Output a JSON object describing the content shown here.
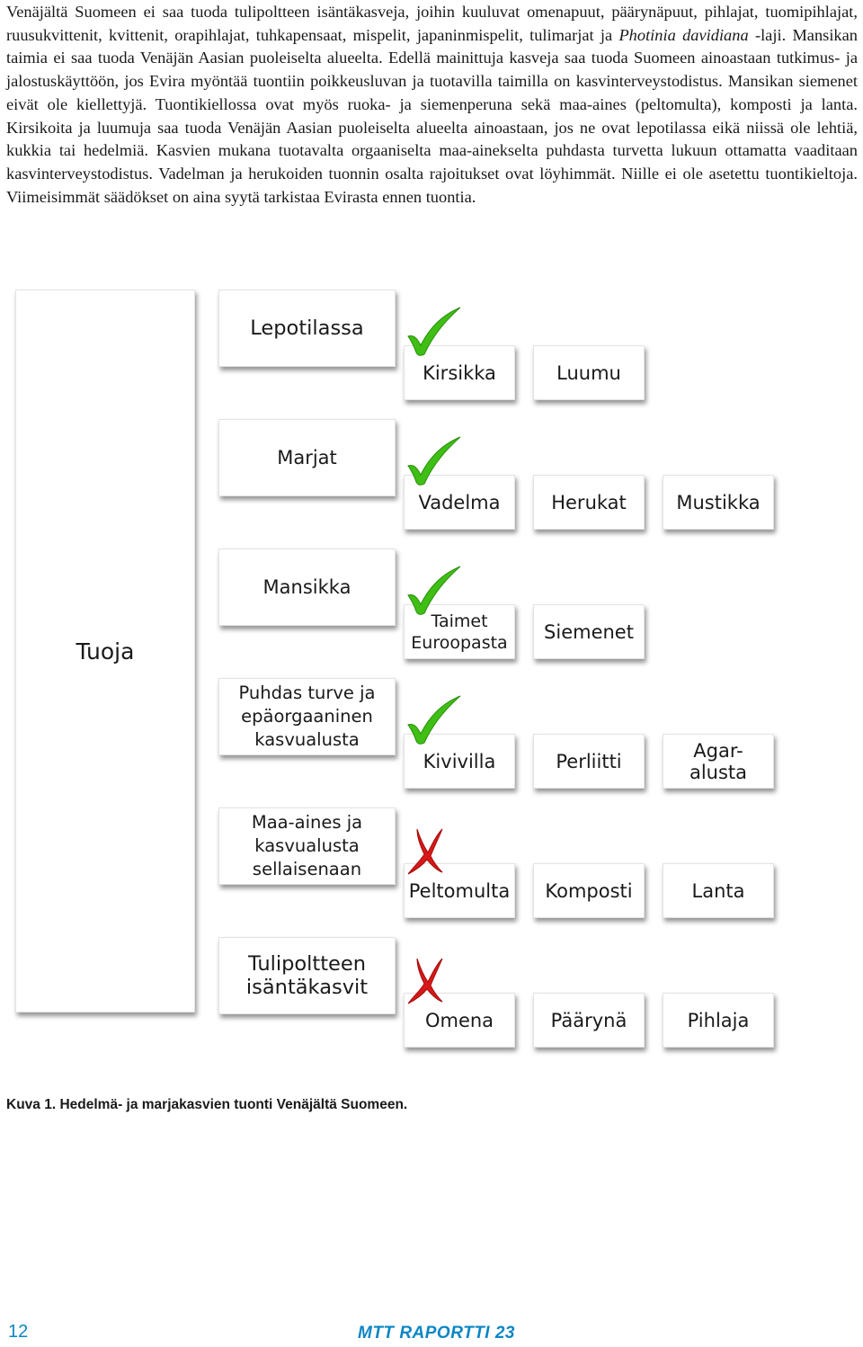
{
  "body_text": {
    "part1": "Venäjältä Suomeen ei saa tuoda tulipoltteen isäntäkasveja, joihin kuuluvat omenapuut, päärynäpuut, pihlajat, tuomipihlajat, ruusukvittenit, kvittenit, orapihlajat, tuhkapensaat, mispelit, japaninmispelit, tulimarjat ja ",
    "italic": "Photinia davidiana",
    "part2": " -laji. Mansikan taimia ei saa tuoda Venäjän Aasian puoleiselta alueelta. Edellä mainittuja kasveja saa tuoda Suomeen ainoastaan tutkimus- ja jalostuskäyttöön, jos Evira myöntää tuontiin poikkeusluvan ja tuotavilla taimilla on kasvinterveystodistus. Mansikan siemenet eivät ole kiellettyjä. Tuontikiellossa ovat myös ruoka- ja siemenperuna sekä maa-aines (peltomulta), komposti ja lanta. Kirsikoita ja luumuja saa tuoda Venäjän Aasian puoleiselta alueelta ainoastaan, jos ne ovat lepotilassa eikä niissä ole lehtiä, kukkia tai hedelmiä. Kasvien mukana tuotavalta orgaaniselta maa-ainekselta puhdasta turvetta lukuun ottamatta vaaditaan kasvinterveystodistus. Vadelman ja herukoiden tuonnin osalta rajoitukset ovat löyhimmät. Niille ei ole asetettu tuontikieltoja. Viimeisimmät säädökset on aina syytä tarkistaa Evirasta ennen tuontia."
  },
  "diagram": {
    "root": "Tuoja",
    "groups": [
      {
        "category": "Lepotilassa",
        "mark": "check",
        "items": [
          "Kirsikka",
          "Luumu"
        ]
      },
      {
        "category": "Marjat",
        "mark": "check",
        "items": [
          "Vadelma",
          "Herukat",
          "Mustikka"
        ]
      },
      {
        "category": "Mansikka",
        "mark": "check",
        "items": [
          "Taimet Euroopasta",
          "Siemenet"
        ]
      },
      {
        "category": "Puhdas turve ja epäorgaaninen kasvualusta",
        "mark": "check",
        "items": [
          "Kivivilla",
          "Perliitti",
          "Agar-alusta"
        ]
      },
      {
        "category": "Maa-aines ja kasvualusta sellaisenaan",
        "mark": "cross",
        "items": [
          "Peltomulta",
          "Komposti",
          "Lanta"
        ]
      },
      {
        "category": "Tulipoltteen isäntäkasvit",
        "mark": "cross",
        "items": [
          "Omena",
          "Päärynä",
          "Pihlaja"
        ]
      }
    ],
    "check_color": "#3fbf14",
    "cross_color": "#d81818"
  },
  "caption": {
    "label": "Kuva 1.",
    "text": "Hedelmä- ja marjakasvien tuonti Venäjältä Suomeen."
  },
  "footer": {
    "page_number": "12",
    "report_name": "MTT RAPORTTI 23",
    "accent_color": "#0b86c4"
  }
}
